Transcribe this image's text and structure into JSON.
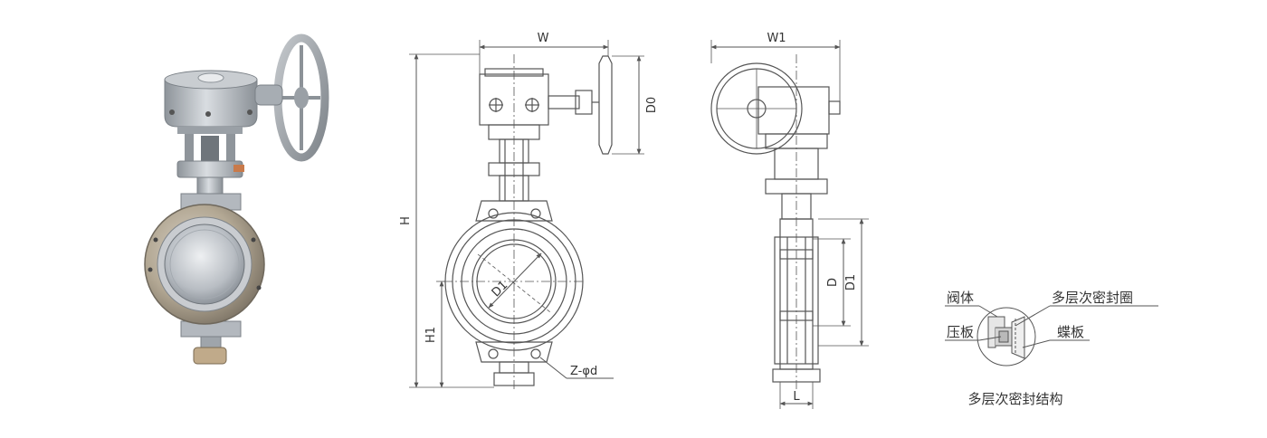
{
  "front_view": {
    "width_label": "W",
    "d0_label": "D0",
    "height_label": "H",
    "h1_label": "H1",
    "bore_label": "D1",
    "bolt_label": "Z-φd"
  },
  "side_view": {
    "width_label": "W1",
    "d_label": "D",
    "d1_label": "D1",
    "length_label": "L"
  },
  "seal_detail": {
    "body_label": "阀体",
    "ring_label": "多层次密封圈",
    "plate_label": "压板",
    "disc_label": "蝶板",
    "caption": "多层次密封结构"
  },
  "colors": {
    "line": "#555555",
    "body_metal": "#b9bec4",
    "flange_bronze": "#a89a84"
  }
}
